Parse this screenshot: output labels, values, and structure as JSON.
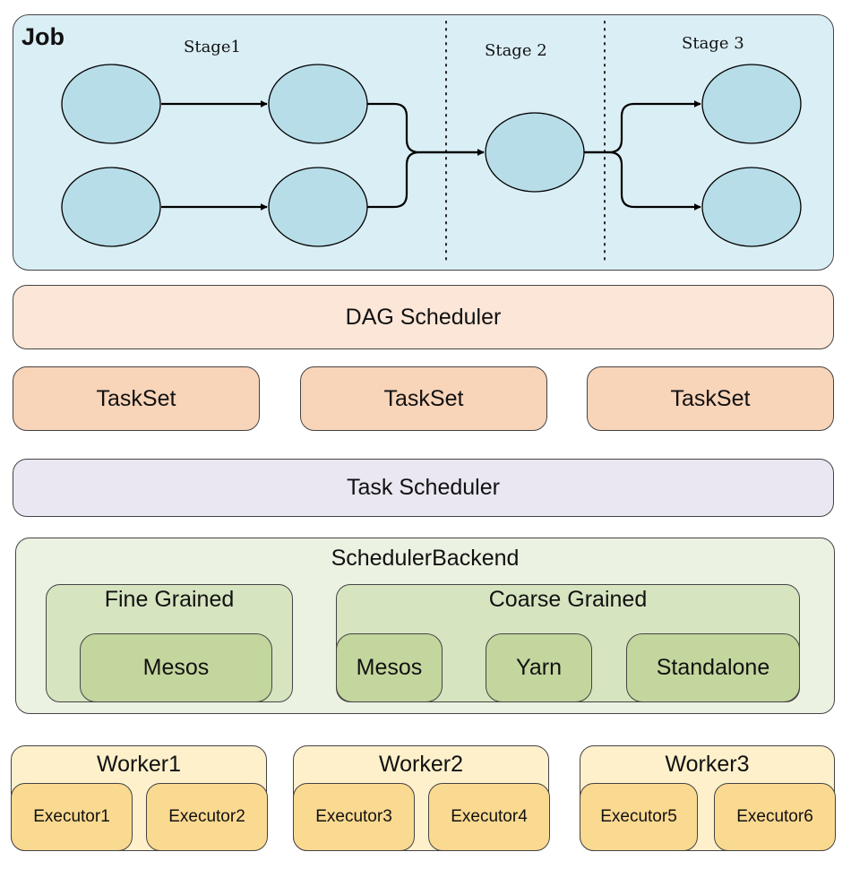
{
  "job": {
    "title": "Job",
    "stages": [
      "Stage1",
      "Stage 2",
      "Stage 3"
    ]
  },
  "dag_scheduler": "DAG Scheduler",
  "tasksets": [
    "TaskSet",
    "TaskSet",
    "TaskSet"
  ],
  "task_scheduler": "Task Scheduler",
  "scheduler_backend": {
    "title": "SchedulerBackend",
    "fine_grained": {
      "title": "Fine Grained",
      "modes": [
        "Mesos"
      ]
    },
    "coarse_grained": {
      "title": "Coarse Grained",
      "modes": [
        "Mesos",
        "Yarn",
        "Standalone"
      ]
    }
  },
  "workers": [
    {
      "title": "Worker1",
      "executors": [
        "Executor1",
        "Executor2"
      ]
    },
    {
      "title": "Worker2",
      "executors": [
        "Executor3",
        "Executor4"
      ]
    },
    {
      "title": "Worker3",
      "executors": [
        "Executor5",
        "Executor6"
      ]
    }
  ],
  "colors": {
    "job_bg": "#daeef5",
    "node_fill": "#b7dde8",
    "dag_bg": "#fbe6d7",
    "taskset_bg": "#f8d4b9",
    "task_scheduler_bg": "#eae7f2",
    "backend_bg": "#ebf2e2",
    "grain_bg": "#d6e4c0",
    "mode_bg": "#c3d69e",
    "worker_bg": "#fdf0cb",
    "executor_bg": "#fad991"
  }
}
